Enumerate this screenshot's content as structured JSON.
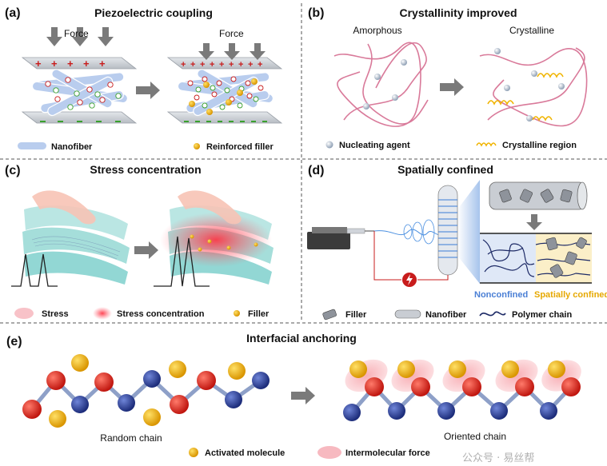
{
  "panels": {
    "a": {
      "label": "(a)",
      "title": "Piezoelectric coupling",
      "force_left": "Force",
      "force_right": "Force",
      "legend_nanofiber": "Nanofiber",
      "legend_filler": "Reinforced filler"
    },
    "b": {
      "label": "(b)",
      "title": "Crystallinity improved",
      "amorphous": "Amorphous",
      "crystalline": "Crystalline",
      "legend_nucleating": "Nucleating agent",
      "legend_crystalline": "Crystalline region"
    },
    "c": {
      "label": "(c)",
      "title": "Stress concentration",
      "legend_stress": "Stress",
      "legend_stress_conc": "Stress concentration",
      "legend_filler": "Filler"
    },
    "d": {
      "label": "(d)",
      "title": "Spatially confined",
      "nonconfined": "Nonconfined",
      "confined": "Spatially confined",
      "legend_filler": "Filler",
      "legend_nanofiber": "Nanofiber",
      "legend_polymer": "Polymer chain"
    },
    "e": {
      "label": "(e)",
      "title": "Interfacial anchoring",
      "random_chain": "Random chain",
      "oriented_chain": "Oriented chain",
      "legend_activated": "Activated molecule",
      "legend_force": "Intermolecular force"
    }
  },
  "watermark": "公众号 · 易丝帮",
  "colors": {
    "divider": "#555555",
    "red_atom": "#d8261f",
    "blue_atom": "#2c3f9a",
    "gold_atom": "#f0b400",
    "fiber": "#b9cdee",
    "plate": "#cfd3d8",
    "pink_chain": "#d97a9a",
    "gold_coil": "#f0b400",
    "sheet": "#7fd0cc",
    "stress": "#f5a8b0"
  }
}
